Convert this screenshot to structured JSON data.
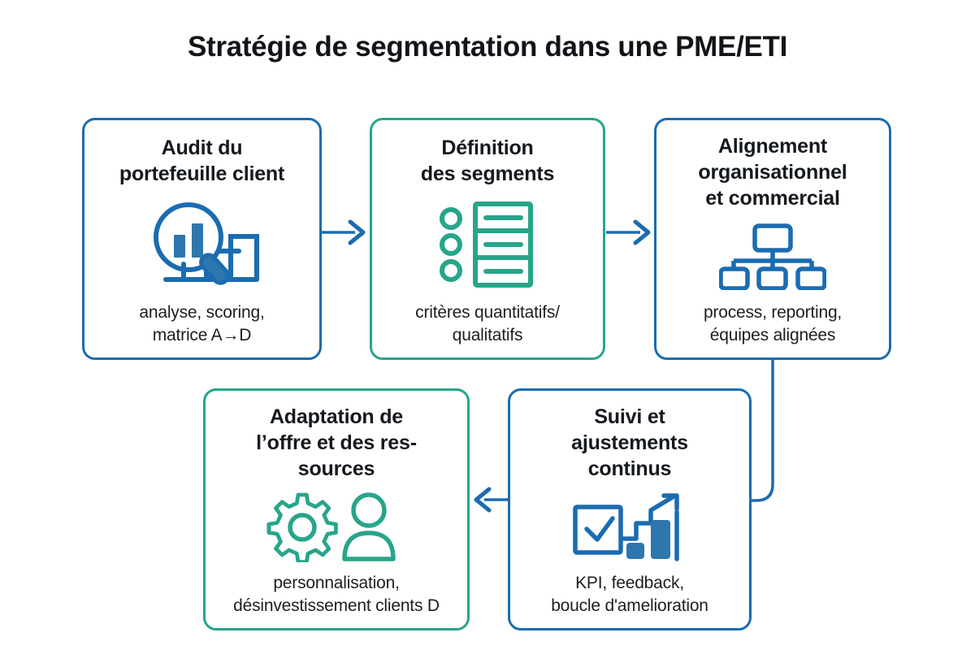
{
  "page": {
    "title": "Stratégie de segmentation dans une PME/ETI",
    "background": "#ffffff",
    "colors": {
      "blue": "#1B6CB0",
      "green": "#27A58B",
      "text": "#15191f"
    }
  },
  "steps": [
    {
      "id": "audit",
      "title": "Audit du\nportefeuille client",
      "title_line1": "Audit du",
      "title_line2": "portefeuille client",
      "subtitle_line1": "analyse, scoring,",
      "subtitle_line2": "matrice A→D",
      "icon": "magnifier-bar-chart-icon",
      "accent": "blue"
    },
    {
      "id": "definition",
      "title": "Définition\ndes segments",
      "title_line1": "Définition",
      "title_line2": "des segments",
      "subtitle_line1": "critères quantitatifs/",
      "subtitle_line2": "qualitatifs",
      "icon": "checklist-rows-icon",
      "accent": "green"
    },
    {
      "id": "alignement",
      "title": "Alignement\norganisationnel\net commercial",
      "title_line1": "Alignement",
      "title_line2": "organisationnel",
      "title_line3": "et commercial",
      "subtitle_line1": "process, reporting,",
      "subtitle_line2": "équipes alignées",
      "icon": "org-chart-icon",
      "accent": "blue"
    },
    {
      "id": "suivi",
      "title": "Suivi et\najustements\ncontinus",
      "title_line1": "Suivi et",
      "title_line2": "ajustements",
      "title_line3": "continus",
      "subtitle_line1": "KPI, feedback,",
      "subtitle_line2": "boucle d'amelioration",
      "icon": "checkbox-growth-chart-icon",
      "accent": "blue"
    },
    {
      "id": "adaptation",
      "title": "Adaptation de l’offre et des ressources",
      "title_line1": "Adaptation de",
      "title_line2": "l’offre et des res-",
      "title_line3": "sources",
      "subtitle_line1": "personnalisation,",
      "subtitle_line2": "désinvestissement clients D",
      "icon": "gear-person-icon",
      "accent": "green"
    }
  ],
  "connectors": [
    {
      "id": "audit-to-definition",
      "kind": "arrow-right"
    },
    {
      "id": "definition-to-alignement",
      "kind": "arrow-right"
    },
    {
      "id": "alignement-to-suivi",
      "kind": "elbow-down-left"
    },
    {
      "id": "suivi-to-adaptation",
      "kind": "arrow-left"
    }
  ]
}
